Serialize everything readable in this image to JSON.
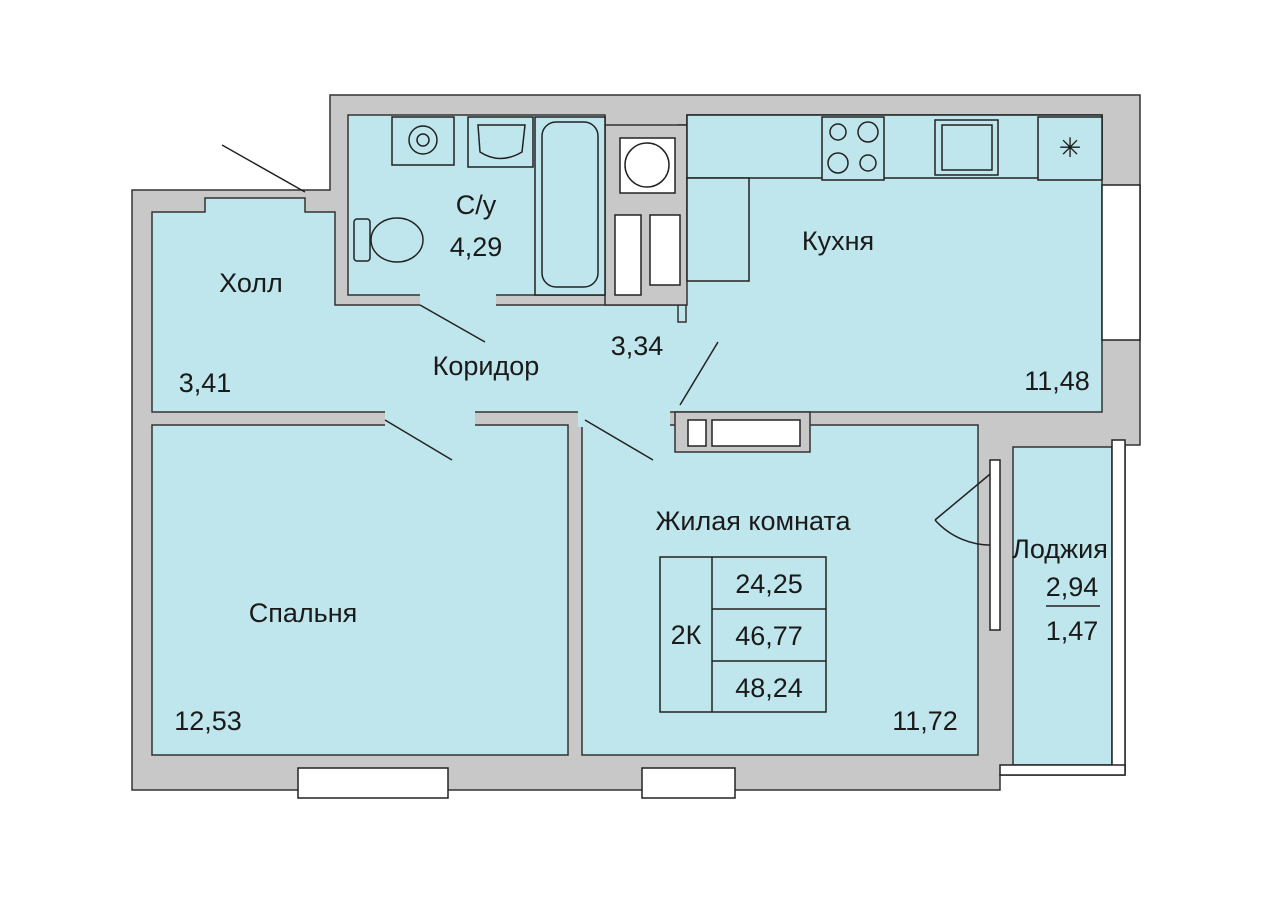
{
  "plan": {
    "colors": {
      "room_fill": "#bfe6ec",
      "wall_fill": "#c8c8c8",
      "outline": "#333333"
    },
    "rooms": {
      "hall": {
        "name": "Холл",
        "area": "3,41"
      },
      "bathroom": {
        "name": "С/у",
        "area": "4,29"
      },
      "corridor": {
        "name": "Коридор",
        "area": "3,34"
      },
      "kitchen": {
        "name": "Кухня",
        "area": "11,48"
      },
      "living": {
        "name": "Жилая комната",
        "area": "11,72"
      },
      "bedroom": {
        "name": "Спальня",
        "area": "12,53"
      },
      "loggia": {
        "name": "Лоджия",
        "area": "2,94",
        "area_reduced": "1,47"
      }
    },
    "summary": {
      "type": "2К",
      "living_area": "24,25",
      "total_area": "46,77",
      "total_with_loggia": "48,24"
    }
  }
}
